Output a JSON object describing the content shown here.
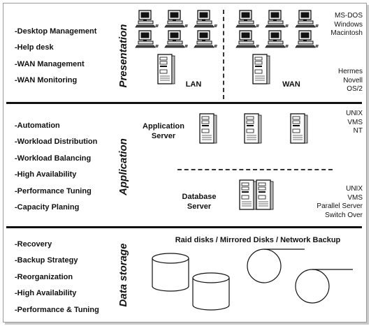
{
  "tiers": {
    "presentation": {
      "title": "Presentation",
      "tasks": [
        "-Desktop Management",
        "-Help desk",
        "-WAN Management",
        "-WAN Monitoring"
      ],
      "platforms": [
        "MS-DOS",
        "Windows",
        "Macintosh"
      ],
      "network_os": [
        "Hermes",
        "Novell",
        "OS/2"
      ],
      "lan_label": "LAN",
      "wan_label": "WAN"
    },
    "application": {
      "title": "Application",
      "tasks": [
        "-Automation",
        "-Workload Distribution",
        "-Workload Balancing",
        "-High Availability",
        "-Performance Tuning",
        "-Capacity Planing"
      ],
      "app_server_label_1": "Application",
      "app_server_label_2": "Server",
      "app_platforms": [
        "UNIX",
        "VMS",
        "NT"
      ],
      "db_server_label_1": "Database",
      "db_server_label_2": "Server",
      "db_platforms": [
        "UNIX",
        "VMS",
        "Parallel Server",
        "Switch Over"
      ]
    },
    "data_storage": {
      "title": "Data storage",
      "tasks": [
        "-Recovery",
        "-Backup Strategy",
        "-Reorganization",
        "-High Availability",
        "-Performance & Tuning"
      ],
      "storage_caption": "Raid disks / Mirrored Disks / Network Backup"
    }
  },
  "icons": {
    "workstation": "desktop-computer-icon",
    "server": "tower-server-icon",
    "disk": "disk-cylinder-icon",
    "tape": "tape-reel-icon"
  }
}
